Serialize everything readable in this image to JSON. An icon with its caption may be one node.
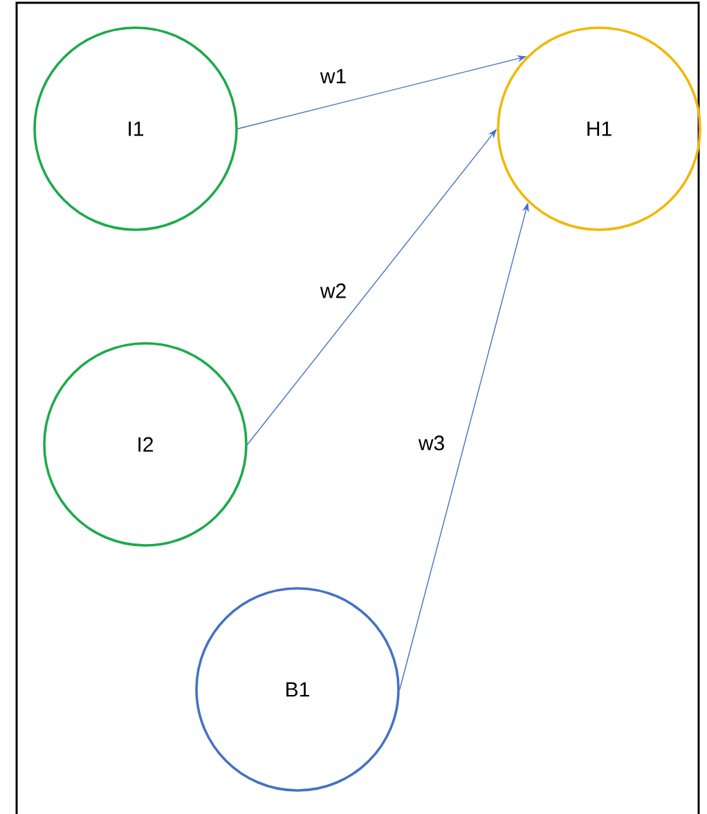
{
  "diagram": {
    "nodes": [
      {
        "text": [
          "I1"
        ]
      },
      {
        "text": [
          "H1"
        ]
      },
      {
        "text": [
          "I2"
        ]
      },
      {
        "text": [
          "B1"
        ]
      }
    ],
    "edges": [
      {
        "from": 0,
        "to": 1,
        "arrow": "to",
        "label": "w1"
      },
      {
        "from": 2,
        "to": 1,
        "arrow": "to",
        "label": "w2"
      },
      {
        "from": 3,
        "to": 1,
        "arrow": "to",
        "label": "w3"
      }
    ]
  }
}
